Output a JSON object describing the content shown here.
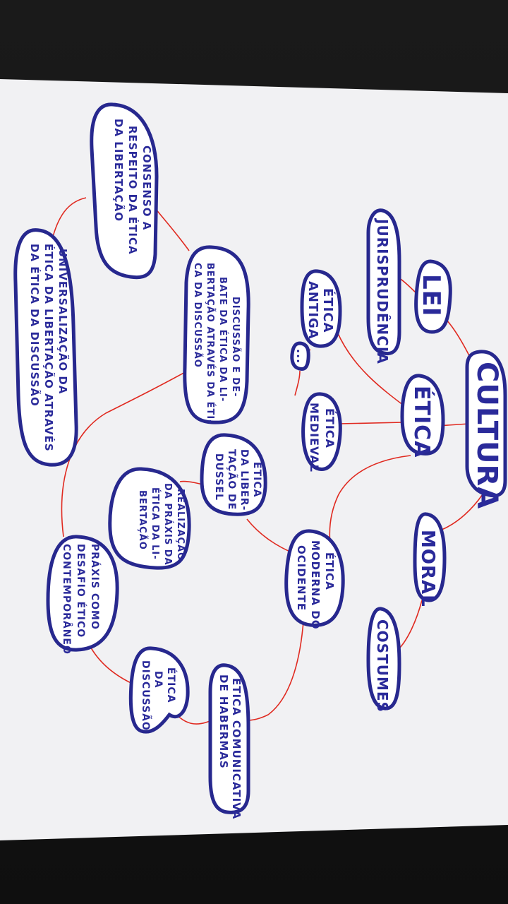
{
  "nodes": {
    "cultura": "CULTURA",
    "lei": "LEI",
    "jurisprudencia": "JURISPRUDÊNCIA",
    "moral": "MORAL",
    "costumes": "COSTUMES",
    "etica": "ÉTICA",
    "etica_antiga": [
      "ÉTICA",
      "ANTIGA"
    ],
    "ellipsis": "...",
    "etica_medieval": [
      "ÉTICA",
      "MEDIEVAL"
    ],
    "etica_moderna": [
      "ÉTICA",
      "MODERNA DO",
      "OCIDENTE"
    ],
    "etica_libertacao": [
      "ÉTICA",
      "DA LIBER-",
      "TAÇÃO DE",
      "DUSSEL"
    ],
    "etica_comunicativa": [
      "ÉTICA COMUNICATIVA",
      "DE HABERMAS"
    ],
    "etica_discussao": [
      "ÉTICA",
      "DA",
      "DISCUSSÃO"
    ],
    "realizacao": [
      "REALIZAÇÃO",
      "DA PRÁXIS DA",
      "ÉTICA DA LI-",
      "BERTAÇÃO"
    ],
    "praxis": [
      "PRÁXIS COMO",
      "DESAFIO ÉTICO",
      "CONTEMPORÂNEO"
    ],
    "discussao_debate": [
      "DISCUSSÃO E DE-",
      "BATE DA ÉTICA DA LI-",
      "BERTAÇÃO ATRAVÉS DA ÉTI-",
      "CA DA DISCUSSÃO"
    ],
    "consenso": [
      "CONSENSO A",
      "RESPEITO DA ÉTICA",
      "DA LIBERTAÇÃO"
    ],
    "universalizacao": [
      "UNIVERSALIZAÇÃO DA",
      "ÉTICA DA LIBERTAÇÃO ATRAVÉS",
      "DA ÉTICA DA DISCUSSÃO"
    ]
  },
  "colors": {
    "paper": "#f1f1f3",
    "ink": "#27288e",
    "link": "#e02a20",
    "background": "#111111"
  }
}
